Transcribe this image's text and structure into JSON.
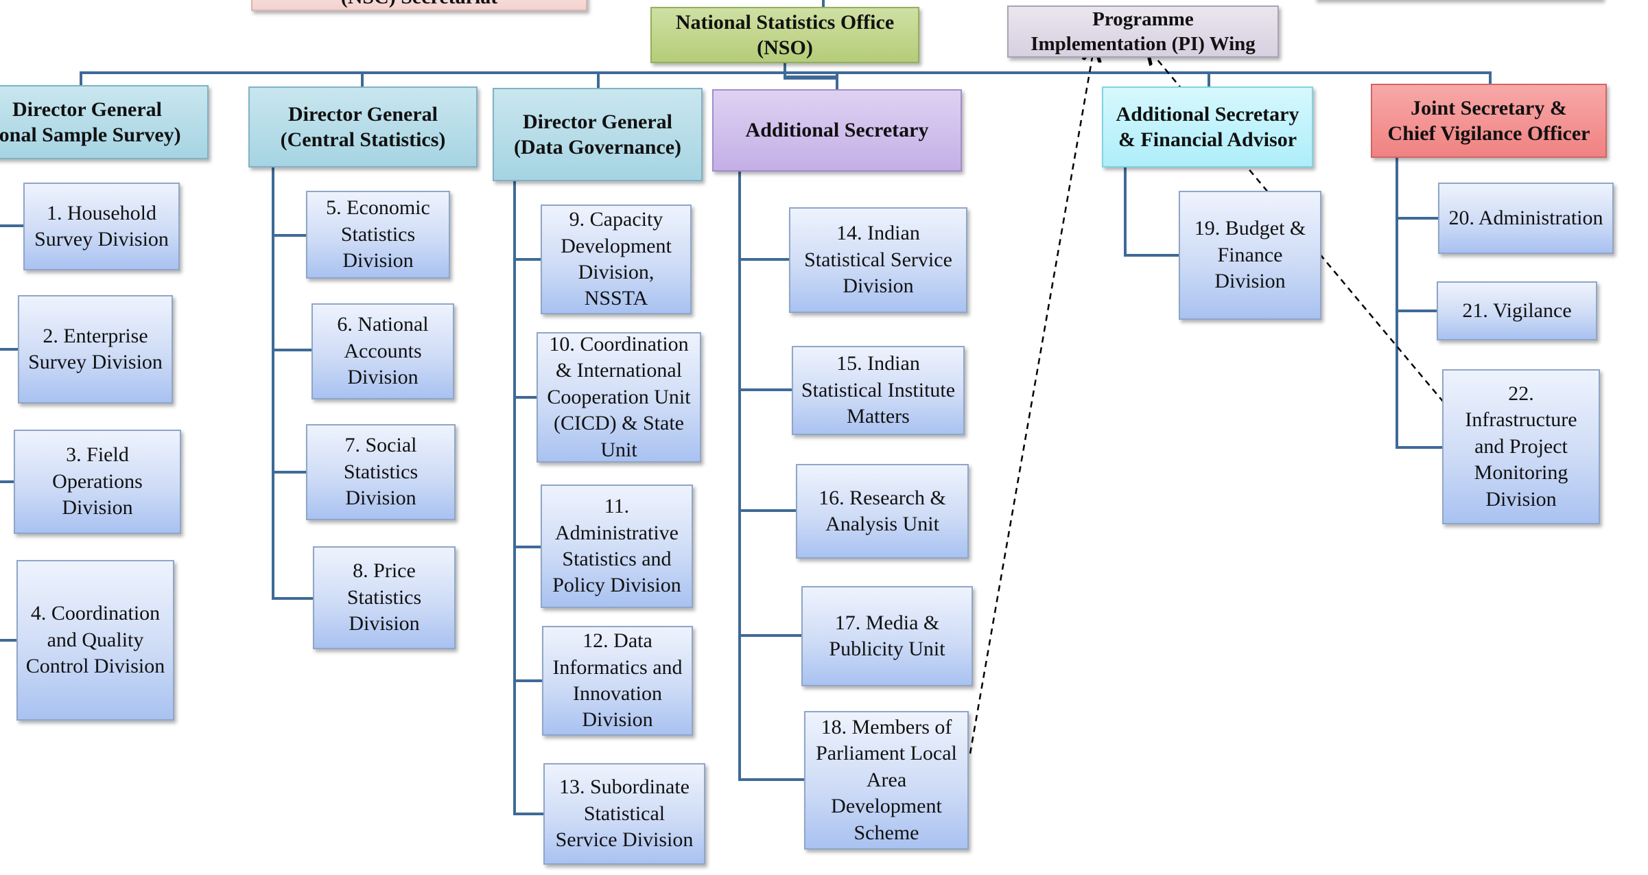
{
  "nodes": {
    "nsc_secretariat": "(NSC) Secretariat",
    "nso": "National Statistics Office\n(NSO)",
    "pi_wing": "Programme\nImplementation (PI) Wing",
    "dg_nss": "Director General\nional Sample Survey)",
    "dg_cs": "Director General\n(Central Statistics)",
    "dg_dg": "Director General\n(Data Governance)",
    "add_sec": "Additional Secretary",
    "as_fa": "Additional Secretary\n& Financial Advisor",
    "js_cvo": "Joint Secretary &\nChief Vigilance Officer"
  },
  "divisions": {
    "d1": "1. Household\nSurvey Division",
    "d2": "2. Enterprise\nSurvey Division",
    "d3": "3. Field\nOperations\nDivision",
    "d4": "4. Coordination\nand Quality\nControl Division",
    "d5": "5. Economic\nStatistics\nDivision",
    "d6": "6.  National\nAccounts\nDivision",
    "d7": "7. Social\nStatistics\nDivision",
    "d8": "8. Price\nStatistics\nDivision",
    "d9": "9. Capacity\nDevelopment\nDivision,\nNSSTA",
    "d10": "10. Coordination\n& International\nCooperation Unit\n(CICD) & State\nUnit",
    "d11": "11.\nAdministrative\nStatistics and\nPolicy Division",
    "d12": "12. Data\nInformatics and\nInnovation\nDivision",
    "d13": "13. Subordinate\nStatistical\nService Division",
    "d14": "14. Indian\nStatistical Service\nDivision",
    "d15": "15. Indian\nStatistical Institute\nMatters",
    "d16": "16. Research &\nAnalysis Unit",
    "d17": "17. Media &\nPublicity Unit",
    "d18": "18. Members of\nParliament Local\nArea\nDevelopment\nScheme",
    "d19": "19. Budget &\nFinance\nDivision",
    "d20": "20. Administration",
    "d21": "21. Vigilance",
    "d22": "22.\nInfrastructure\nand Project\nMonitoring\nDivision"
  },
  "colors": {
    "connector": "#3f6a96",
    "division_fill": "#cfdcf6"
  }
}
